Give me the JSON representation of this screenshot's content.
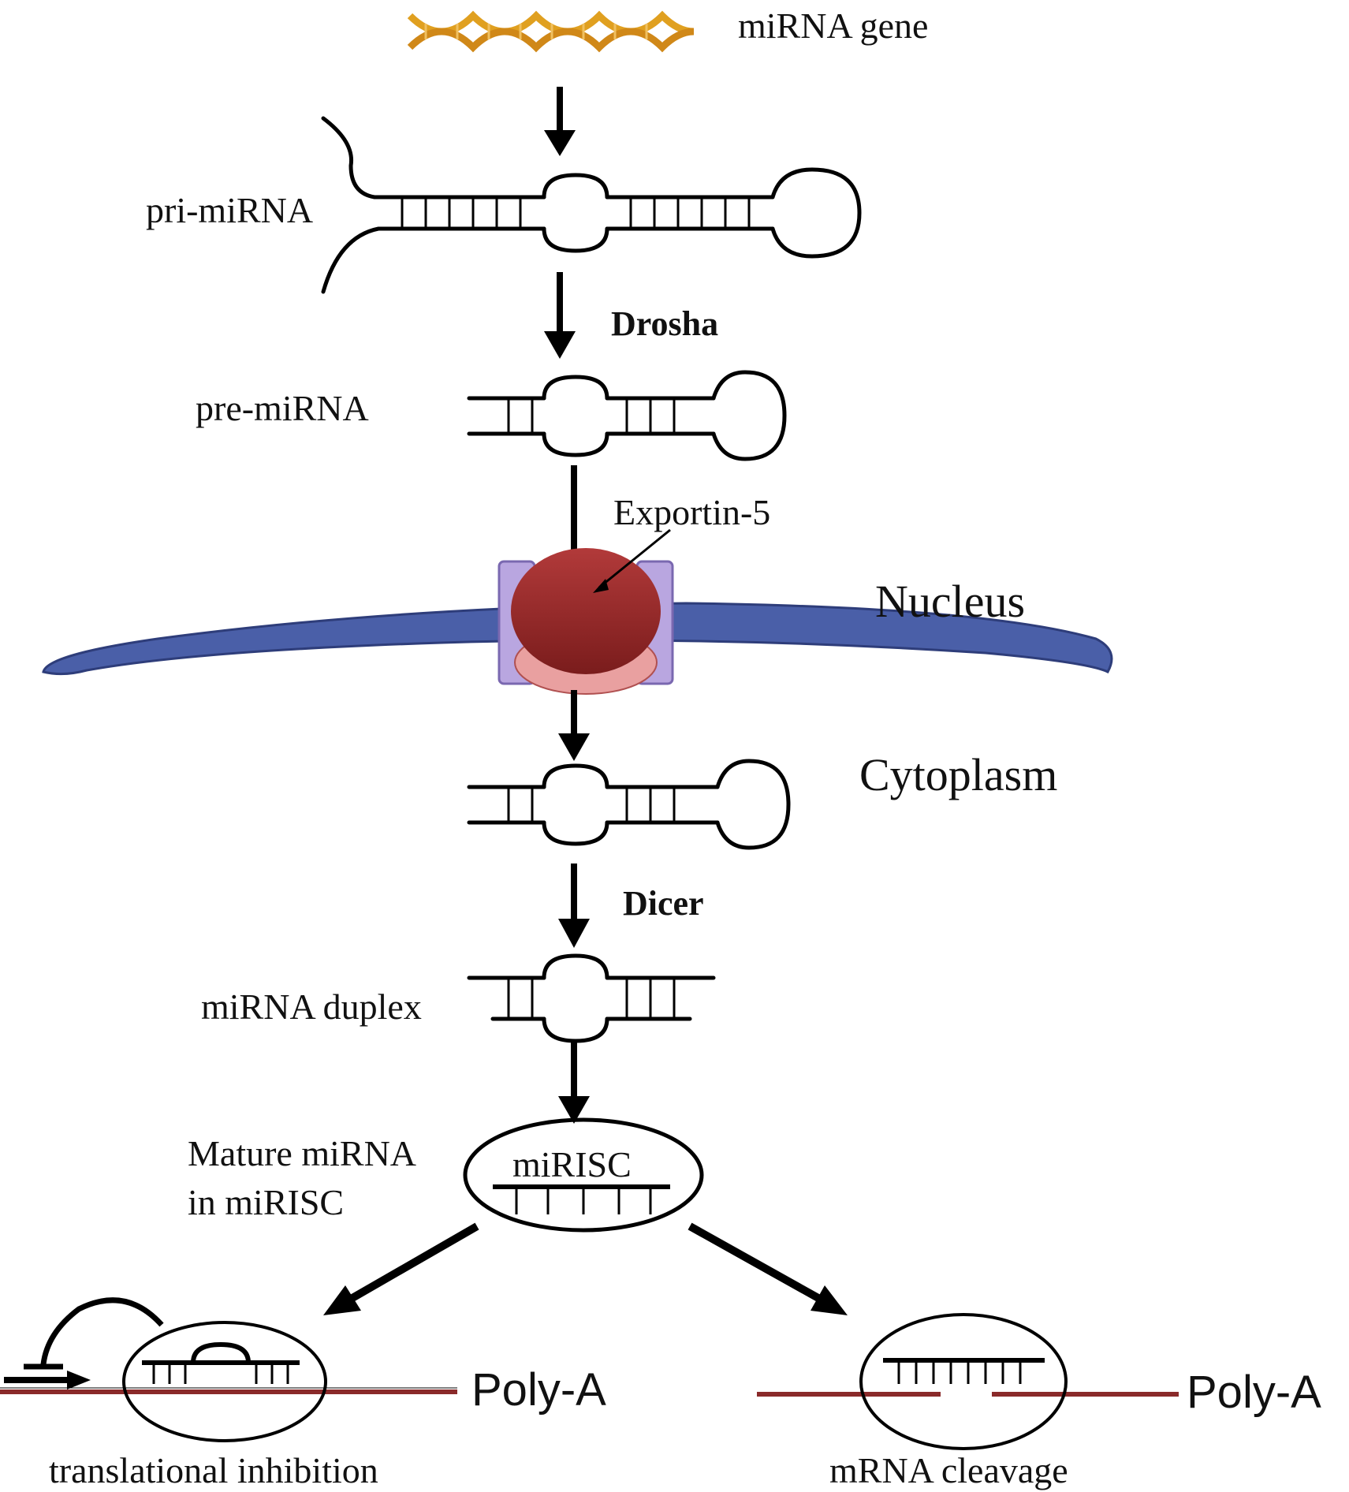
{
  "labels": {
    "mirna_gene": "miRNA gene",
    "pri_mirna": "pri-miRNA",
    "drosha": "Drosha",
    "pre_mirna": "pre-miRNA",
    "exportin": "Exportin-5",
    "nucleus": "Nucleus",
    "cytoplasm": "Cytoplasm",
    "dicer": "Dicer",
    "duplex": "miRNA duplex",
    "mature_line1": "Mature miRNA",
    "mature_line2": "in miRISC",
    "mirisc": "miRISC",
    "poly_a_left": "Poly-A",
    "poly_a_right": "Poly-A",
    "translational": "translational inhibition",
    "cleavage": "mRNA cleavage"
  },
  "colors": {
    "dna": "#e0a020",
    "membrane": "#4a5fa8",
    "pore": "#b9a6e0",
    "exportin_dark": "#9a2a2a",
    "exportin_light": "#e9a0a0",
    "mrna": "#8a2a2a"
  },
  "icons": {
    "dna": "dna-helix-icon",
    "membrane": "nuclear-membrane",
    "exportin": "exportin-protein-icon"
  }
}
